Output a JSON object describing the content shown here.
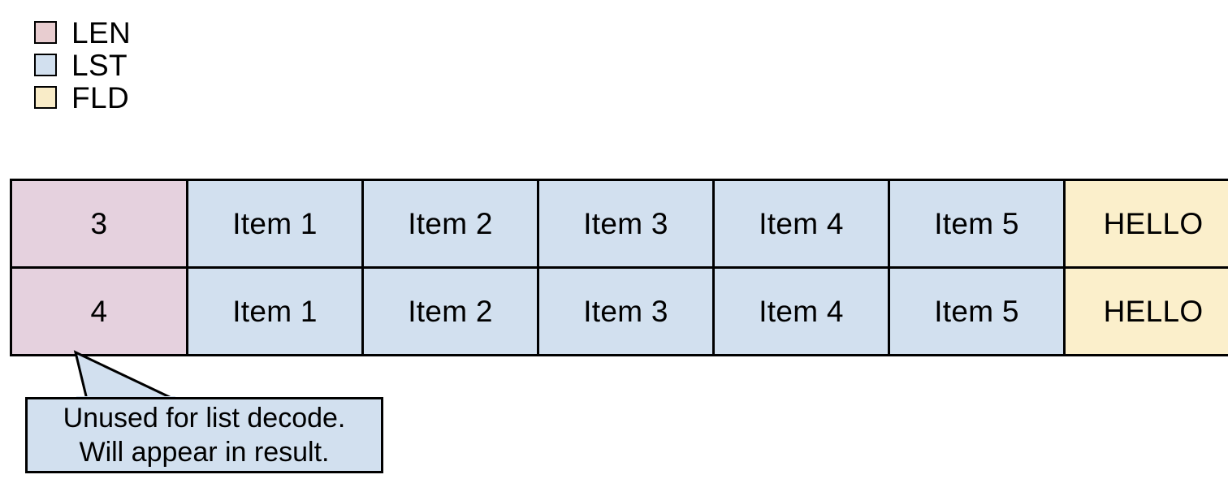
{
  "colors": {
    "len": "#e5d1de",
    "lst": "#d2e0ef",
    "fld": "#fbefcb",
    "stroke": "#000000",
    "background": "#ffffff"
  },
  "legend": {
    "items": [
      {
        "label": "LEN",
        "color": "#e8cdd0"
      },
      {
        "label": "LST",
        "color": "#d2e0ef"
      },
      {
        "label": "FLD",
        "color": "#f9ecc8"
      }
    ]
  },
  "table": {
    "rows": [
      {
        "cells": [
          {
            "text": "3",
            "kind": "len"
          },
          {
            "text": "Item 1",
            "kind": "lst"
          },
          {
            "text": "Item 2",
            "kind": "lst"
          },
          {
            "text": "Item 3",
            "kind": "lst"
          },
          {
            "text": "Item 4",
            "kind": "lst"
          },
          {
            "text": "Item 5",
            "kind": "lst"
          },
          {
            "text": "HELLO",
            "kind": "fld"
          }
        ]
      },
      {
        "cells": [
          {
            "text": "4",
            "kind": "len"
          },
          {
            "text": "Item 1",
            "kind": "lst"
          },
          {
            "text": "Item 2",
            "kind": "lst"
          },
          {
            "text": "Item 3",
            "kind": "lst"
          },
          {
            "text": "Item 4",
            "kind": "lst"
          },
          {
            "text": "Item 5",
            "kind": "lst"
          },
          {
            "text": "HELLO",
            "kind": "fld"
          }
        ]
      }
    ]
  },
  "callout": {
    "line1": "Unused for list decode.",
    "line2": "Will appear in result.",
    "fill": "#d2e0ef"
  }
}
